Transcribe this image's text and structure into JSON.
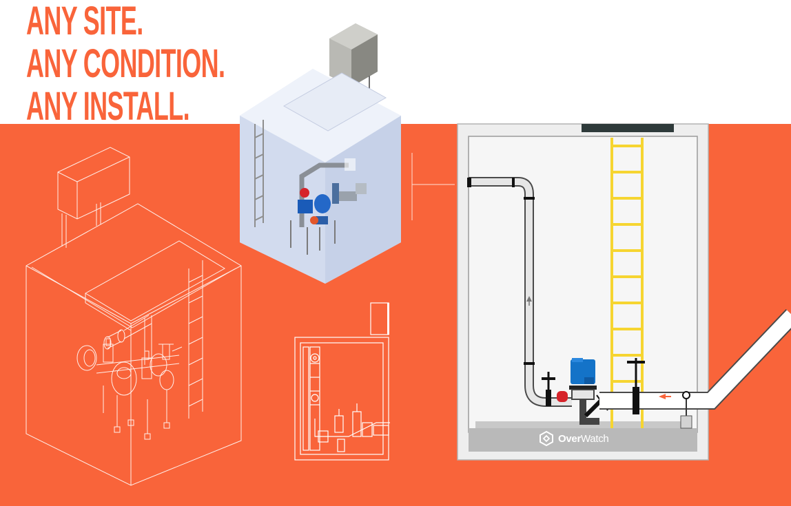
{
  "headline": {
    "line1": "ANY SITE.",
    "line2": "ANY CONDITION.",
    "line3": "ANY INSTALL."
  },
  "logo": {
    "name_bold": "Over",
    "name_light": "Watch",
    "icon": "overwatch-logo-icon"
  },
  "colors": {
    "brand_orange": "#f9643a",
    "ladder_yellow": "#f6d531",
    "pump_blue": "#1473c8",
    "valve_red": "#d6232a",
    "vault_floor": "#b9b9b9"
  },
  "illustrations": [
    "wireframe-vault-isometric",
    "glass-vault-render",
    "plan-view-diagram",
    "vault-section-diagram"
  ]
}
